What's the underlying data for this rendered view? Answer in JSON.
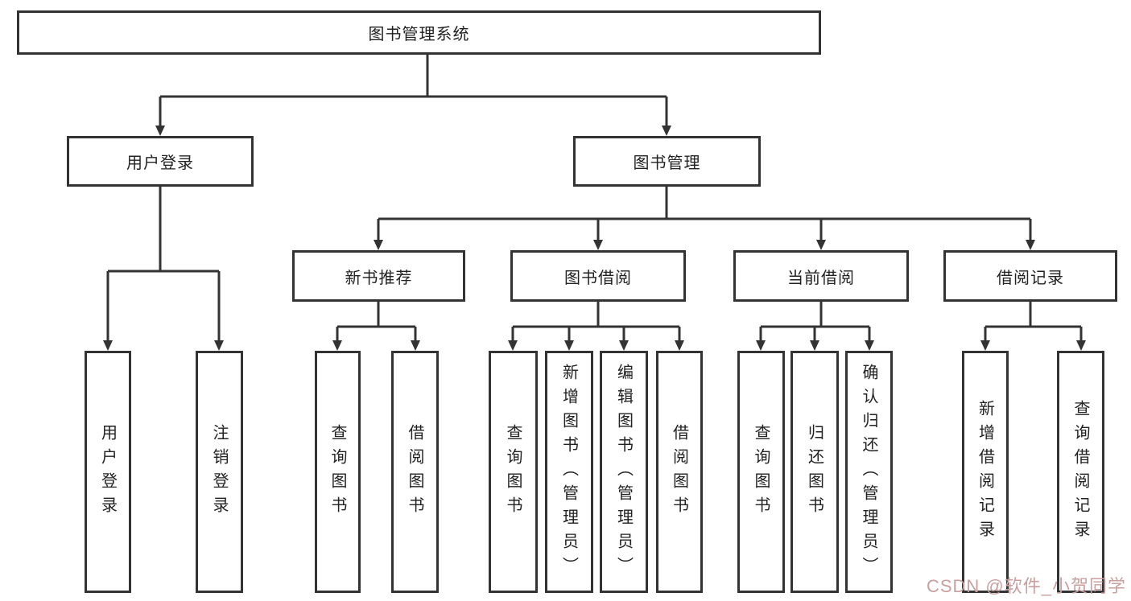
{
  "tree": {
    "root": {
      "label": "图书管理系统",
      "children": [
        {
          "label": "用户登录",
          "children": [
            {
              "label": "用户登录"
            },
            {
              "label": "注销登录"
            }
          ]
        },
        {
          "label": "图书管理",
          "children": [
            {
              "label": "新书推荐",
              "children": [
                {
                  "label": "查询图书"
                },
                {
                  "label": "借阅图书"
                }
              ]
            },
            {
              "label": "图书借阅",
              "children": [
                {
                  "label": "查询图书"
                },
                {
                  "label": "新增图书（管理员）"
                },
                {
                  "label": "编辑图书（管理员）"
                },
                {
                  "label": "借阅图书"
                }
              ]
            },
            {
              "label": "当前借阅",
              "children": [
                {
                  "label": "查询图书"
                },
                {
                  "label": "归还图书"
                },
                {
                  "label": "确认归还（管理员）"
                }
              ]
            },
            {
              "label": "借阅记录",
              "children": [
                {
                  "label": "新增借阅记录"
                },
                {
                  "label": "查询借阅记录"
                }
              ]
            }
          ]
        }
      ]
    }
  },
  "watermark": {
    "text": "CSDN @软件_小贺同学"
  },
  "colors": {
    "line": "#333333",
    "box_border": "#333333",
    "text": "#222222",
    "background": "#ffffff",
    "watermark": "#c99f9f"
  }
}
